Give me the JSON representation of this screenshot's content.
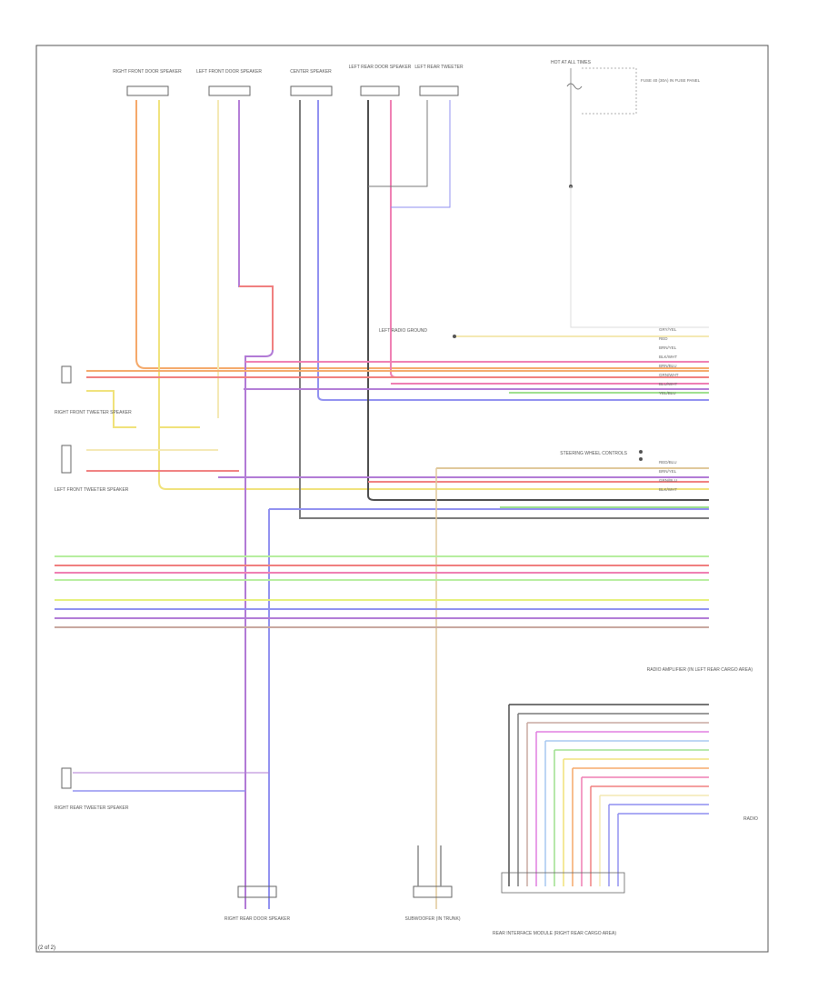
{
  "footer_code": "(2 of 2)",
  "palette": {
    "orange": "#f5a96a",
    "yellow": "#f0e27a",
    "pale_yellow": "#f4e9b4",
    "red": "#f08080",
    "pink": "#ef7fb3",
    "purple": "#b27bd6",
    "blue": "#8f8ff0",
    "light_blue": "#a7c8f0",
    "green": "#9fe08f",
    "gray": "#7a7a7a",
    "dark": "#4a4a4a",
    "tan": "#e0c89a",
    "magenta": "#e07fe0"
  },
  "components": {
    "rf_door_spk_top": "RIGHT FRONT DOOR SPEAKER",
    "lf_door_spk_top": "LEFT FRONT DOOR SPEAKER",
    "center_spk_top": "CENTER SPEAKER",
    "lr_door_spk": "LEFT REAR DOOR SPEAKER",
    "lr_tweeter": "LEFT REAR TWEETER",
    "hot_fuse": "HOT AT ALL TIMES",
    "fuse_note": "FUSE 40 (30A) IN FUSE PANEL",
    "rf_tweeter": "RIGHT FRONT TWEETER SPEAKER",
    "lf_tweeter": "LEFT FRONT TWEETER SPEAKER",
    "left_radio_ground": "LEFT RADIO GROUND",
    "center_wheel": "STEERING WHEEL CONTROLS",
    "amp": "RADIO AMPLIFIER (IN LEFT REAR CARGO AREA)",
    "rr_tweeter": "RIGHT REAR TWEETER SPEAKER",
    "rr_door_spk": "RIGHT REAR DOOR SPEAKER",
    "subwoofer": "SUBWOOFER (IN TRUNK)",
    "rear_module": "REAR INTERFACE MODULE (RIGHT REAR CARGO AREA)",
    "radio": "RADIO"
  },
  "wire_codes": {
    "w1": "GRY/YEL",
    "w2": "RED",
    "w3": "BRN/YEL",
    "w4": "BLK/WHT",
    "w5": "BRN/BLU",
    "w6": "GRN/WHT",
    "w7": "BLU/WHT",
    "w8": "YEL/BLU",
    "w9": "RED/BLU",
    "w10": "BRN/YEL",
    "w11": "GRN/BLU",
    "w12": "BLK/WHT"
  }
}
